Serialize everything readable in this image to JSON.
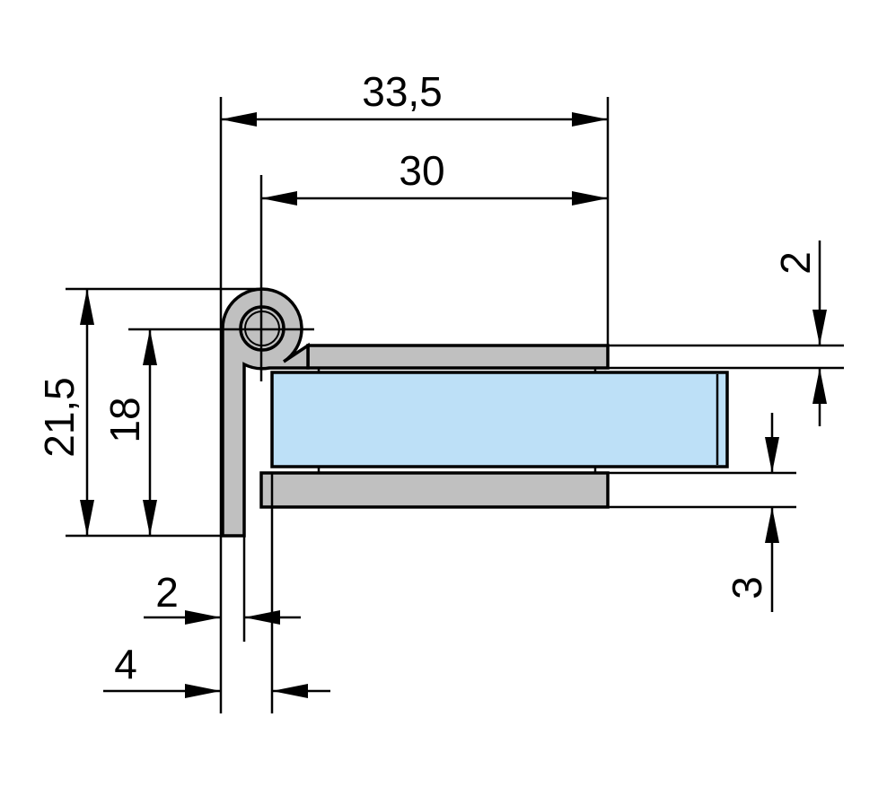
{
  "dimensions": {
    "overall_width": "33,5",
    "plate_width": "30",
    "overall_height": "21,5",
    "pivot_height": "18",
    "top_plate_thickness": "2",
    "bottom_plate_thickness": "3",
    "leaf_thickness": "2",
    "glass_offset": "4"
  },
  "colors": {
    "metal": "#c0c0c0",
    "glass": "#bde0f7",
    "line": "#000000"
  }
}
